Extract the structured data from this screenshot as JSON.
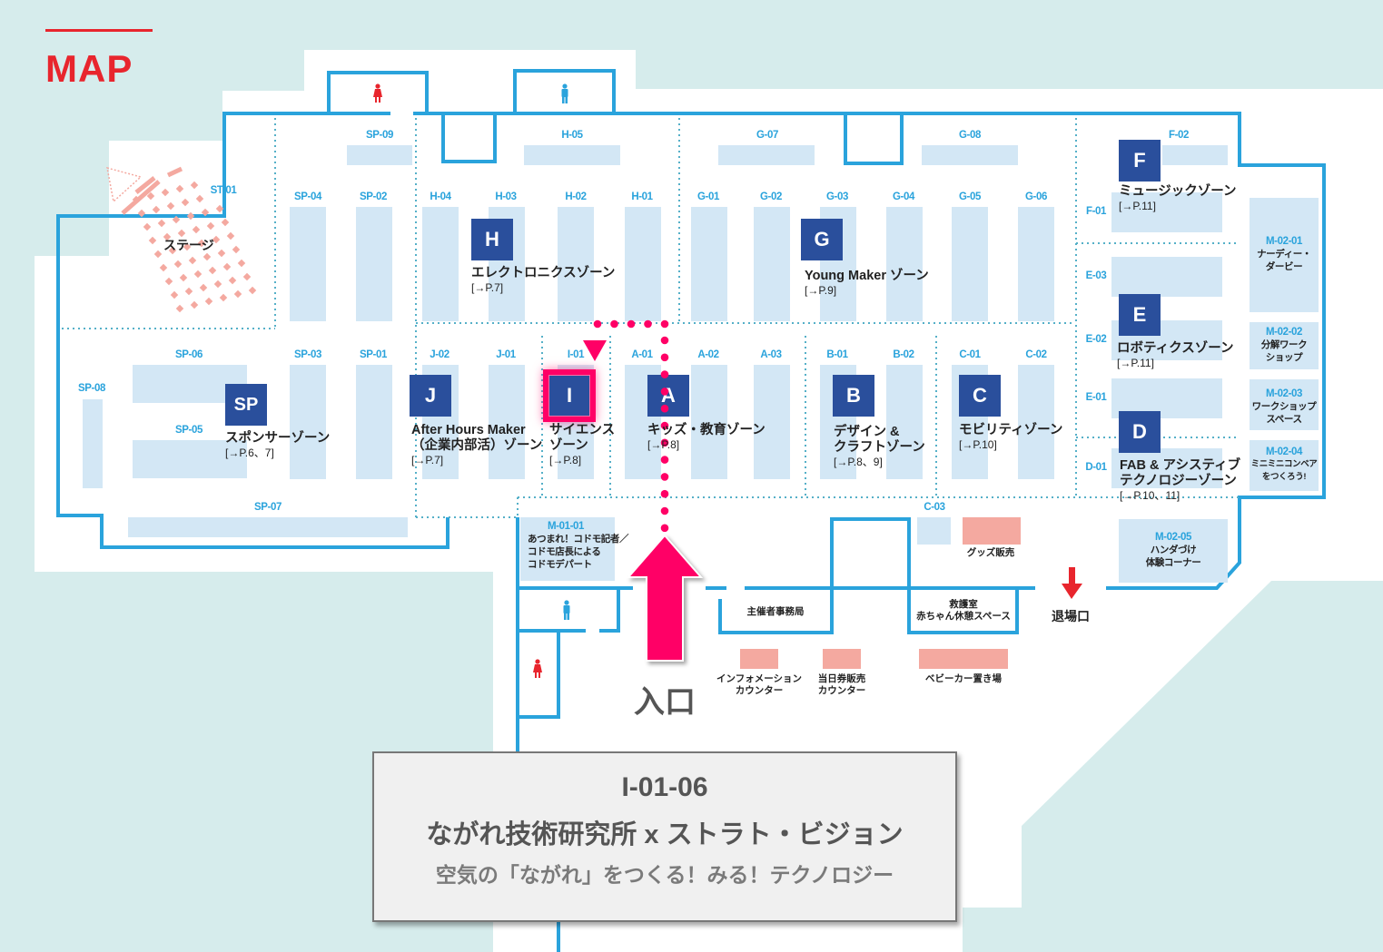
{
  "title": "MAP",
  "colors": {
    "wall": "#2aa3dc",
    "booth": "#d3e7f5",
    "badge": "#2a4f9c",
    "highlight": "#ff0066",
    "title": "#e8252d",
    "facility": "#f4a9a0"
  },
  "booths": [
    {
      "id": "SP-09"
    },
    {
      "id": "SP-04"
    },
    {
      "id": "SP-02"
    },
    {
      "id": "H-04"
    },
    {
      "id": "H-03"
    },
    {
      "id": "H-02"
    },
    {
      "id": "H-01"
    },
    {
      "id": "H-05"
    },
    {
      "id": "G-01"
    },
    {
      "id": "G-02"
    },
    {
      "id": "G-03"
    },
    {
      "id": "G-04"
    },
    {
      "id": "G-05"
    },
    {
      "id": "G-06"
    },
    {
      "id": "G-07"
    },
    {
      "id": "G-08"
    },
    {
      "id": "F-02"
    },
    {
      "id": "F-01"
    },
    {
      "id": "E-03"
    },
    {
      "id": "E-02"
    },
    {
      "id": "E-01"
    },
    {
      "id": "D-01"
    },
    {
      "id": "SP-06"
    },
    {
      "id": "SP-05"
    },
    {
      "id": "SP-03"
    },
    {
      "id": "SP-01"
    },
    {
      "id": "SP-08"
    },
    {
      "id": "SP-07"
    },
    {
      "id": "J-02"
    },
    {
      "id": "J-01"
    },
    {
      "id": "I-01"
    },
    {
      "id": "A-01"
    },
    {
      "id": "A-02"
    },
    {
      "id": "A-03"
    },
    {
      "id": "B-01"
    },
    {
      "id": "B-02"
    },
    {
      "id": "C-01"
    },
    {
      "id": "C-02"
    },
    {
      "id": "C-03"
    },
    {
      "id": "M-01-01",
      "desc": "あつまれ！コドモ記者／\nコドモ店長による\nコドモデパート"
    },
    {
      "id": "M-02-01",
      "desc": "ナーディー・\nダービー"
    },
    {
      "id": "M-02-02",
      "desc": "分解ワーク\nショップ"
    },
    {
      "id": "M-02-03",
      "desc": "ワークショップ\nスペース"
    },
    {
      "id": "M-02-04",
      "desc": "ミニミニコンベア\nをつくろう!"
    },
    {
      "id": "M-02-05",
      "desc": "ハンダづけ\n体験コーナー"
    }
  ],
  "stage": {
    "id": "ST-01",
    "name": "ステージ"
  },
  "zones": [
    {
      "letter": "SP",
      "name": "スポンサーゾーン",
      "ref": "[→P.6、7]"
    },
    {
      "letter": "J",
      "name": "After Hours Maker\n（企業内部活）ゾーン",
      "ref": "[→P.7]"
    },
    {
      "letter": "I",
      "name": "サイエンス\nゾーン",
      "ref": "[→P.8]",
      "highlighted": true
    },
    {
      "letter": "A",
      "name": "キッズ・教育ゾーン",
      "ref": "[→P.8]"
    },
    {
      "letter": "B",
      "name": "デザイン &\nクラフトゾーン",
      "ref": "[→P.8、9]"
    },
    {
      "letter": "C",
      "name": "モビリティゾーン",
      "ref": "[→P.10]"
    },
    {
      "letter": "H",
      "name": "エレクトロニクスゾーン",
      "ref": "[→P.7]"
    },
    {
      "letter": "G",
      "name": "Young Maker ゾーン",
      "ref": "[→P.9]"
    },
    {
      "letter": "F",
      "name": "ミュージックゾーン",
      "ref": "[→P.11]"
    },
    {
      "letter": "E",
      "name": "ロボティクスゾーン",
      "ref": "[→P.11]"
    },
    {
      "letter": "D",
      "name": "FAB & アシスティブ\nテクノロジーゾーン",
      "ref": "[→P.10、11]"
    }
  ],
  "facilities": [
    {
      "name": "グッズ販売"
    },
    {
      "name": "インフォメーション\nカウンター"
    },
    {
      "name": "当日券販売\nカウンター"
    },
    {
      "name": "ベビーカー置き場"
    },
    {
      "name": "主催者事務局"
    },
    {
      "name": "救護室\n赤ちゃん休憩スペース"
    }
  ],
  "restrooms": [
    {
      "icon": "female-restroom-icon"
    },
    {
      "icon": "male-restroom-icon"
    },
    {
      "icon": "male-restroom-icon"
    },
    {
      "icon": "female-restroom-icon"
    }
  ],
  "entrance_label": "入口",
  "exit_label": "退場口",
  "card": {
    "booth_id": "I-01-06",
    "exhibitor": "ながれ技術研究所 x ストラト・ビジョン",
    "description": "空気の「ながれ」をつくる！みる！テクノロジー"
  }
}
